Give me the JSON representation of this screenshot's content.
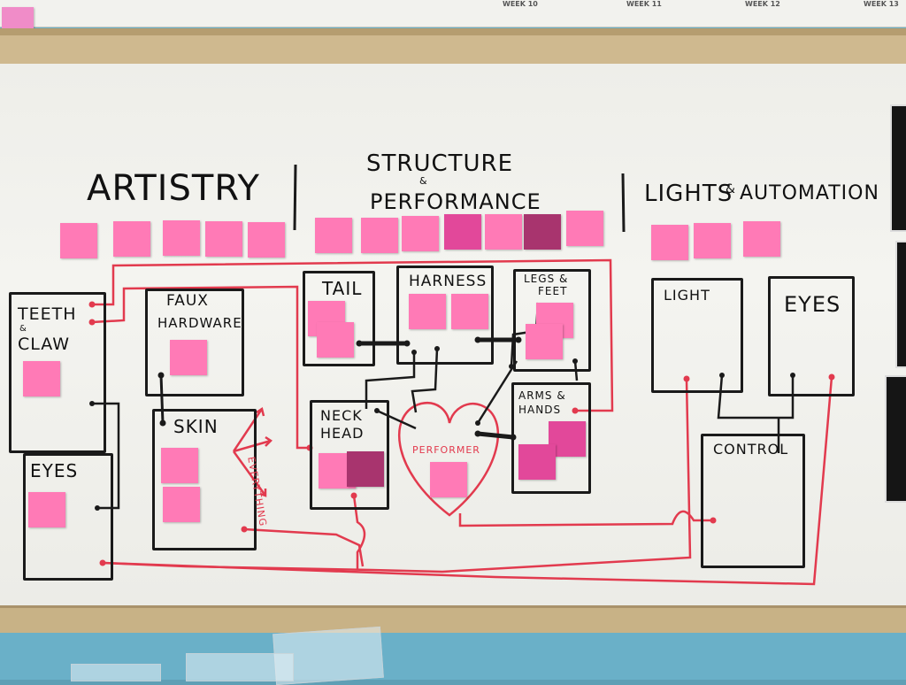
{
  "calendar": {
    "weeks": [
      "WEEK 10",
      "WEEK 11",
      "WEEK 12",
      "WEEK 13"
    ]
  },
  "sections": {
    "artistry": "ARTISTRY",
    "structure": "STRUCTURE",
    "amp1": "&",
    "performance": "PERFORMANCE",
    "lights": "LIGHTS",
    "amp2": "&",
    "automation": "AUTOMATION"
  },
  "boxes": {
    "teeth": "TEETH",
    "amp_claw": "&",
    "claw": "CLAW",
    "faux_1": "FAUX",
    "faux_2": "HARDWARE",
    "skin": "SKIN",
    "eyes_left": "EYES",
    "tail": "TAIL",
    "harness": "HARNESS",
    "legs": "LEGS &",
    "feet": "FEET",
    "neck": "NECK",
    "head": "HEAD",
    "arms": "ARMS &",
    "hands": "HANDS",
    "light": "LIGHT",
    "eyes_right": "EYES",
    "control": "CONTROL"
  },
  "annotations": {
    "performer": "PERFORMER",
    "everything": "EVERYTHING"
  },
  "colors": {
    "note_pink": "#ff7ab6",
    "note_dark": "#a8346e",
    "marker_red": "#e23a4e",
    "marker_black": "#1a1a1a",
    "whiteboard": "#f1f1ed",
    "frame_wood": "#cfb98f"
  }
}
